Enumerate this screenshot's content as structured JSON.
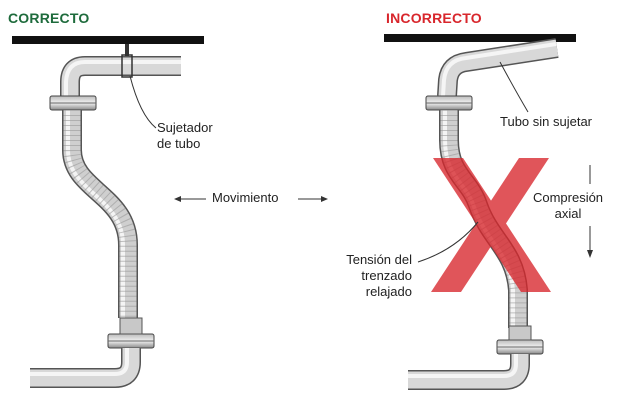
{
  "headings": {
    "correct": "CORRECTO",
    "incorrect": "INCORRECTO"
  },
  "labels": {
    "clamp": "Sujetador\nde tubo",
    "movement": "Movimiento",
    "unclamped_tube": "Tubo sin sujetar",
    "axial_compression": "Compresión\naxial",
    "braid_tension": "Tensión del\ntrenzado\nrelajado"
  },
  "colors": {
    "correct": "#1e6b3c",
    "incorrect": "#d8262c",
    "x_mark": "#d8262c",
    "bar": "#111111",
    "pipe": "#c9c9c9"
  },
  "icons": {
    "x_mark": "x-mark-icon",
    "arrow_left": "arrow-left-icon",
    "arrow_right": "arrow-right-icon",
    "arrow_down": "arrow-down-icon"
  }
}
